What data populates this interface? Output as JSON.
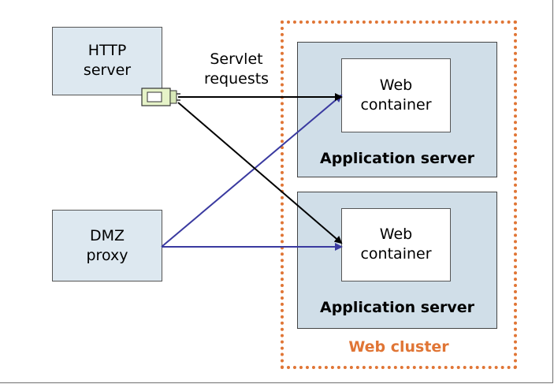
{
  "http_server": {
    "label": "HTTP\nserver"
  },
  "dmz_proxy": {
    "label": "DMZ\nproxy"
  },
  "servlet_requests": {
    "label": "Servlet\nrequests"
  },
  "app_server_1": {
    "web_container": "Web\ncontainer",
    "label": "Application server"
  },
  "app_server_2": {
    "web_container": "Web\ncontainer",
    "label": "Application server"
  },
  "cluster": {
    "label": "Web cluster"
  },
  "colors": {
    "box_fill_light": "#dde8f0",
    "app_server_fill": "#d0dee8",
    "cluster_border": "#e07535",
    "http_arrow": "#000000",
    "proxy_arrow": "#3a3aa0",
    "plugin_fill": "#e6f3c8"
  }
}
